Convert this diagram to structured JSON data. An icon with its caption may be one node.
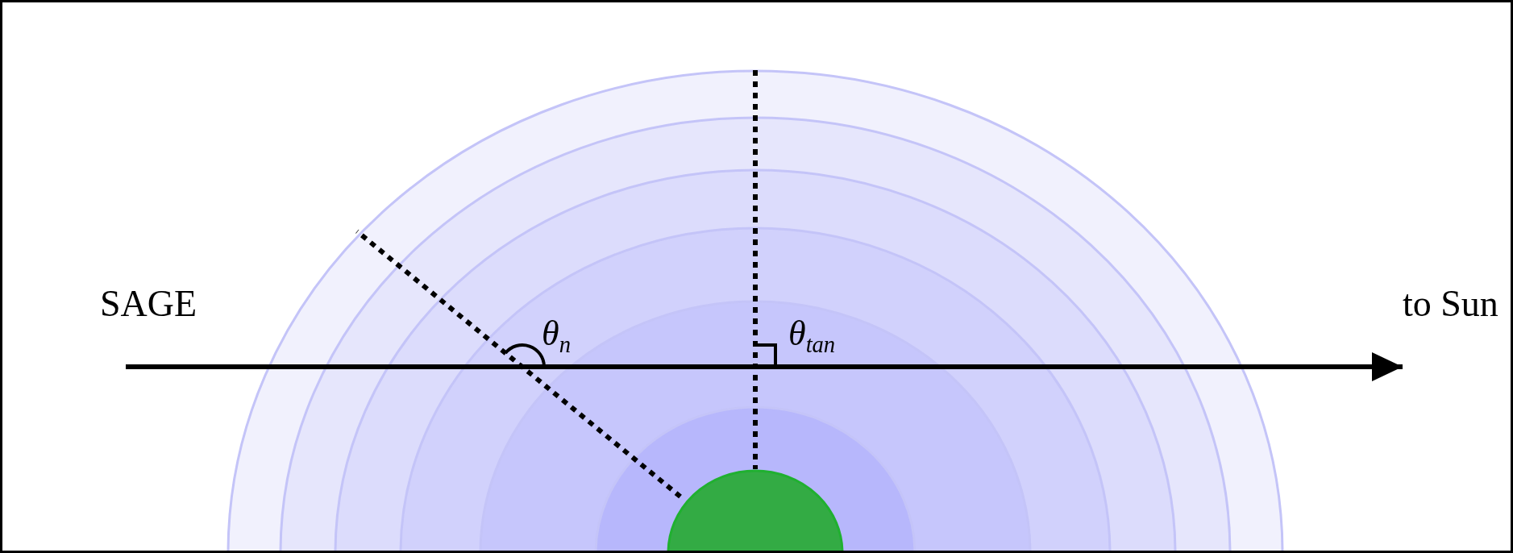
{
  "diagram": {
    "nodes": [
      {
        "text": [
          "SAGE"
        ]
      },
      {
        "text": [
          "to Sun"
        ]
      }
    ],
    "edges": [
      {
        "from": 0,
        "to": 1,
        "arrow": "to"
      }
    ],
    "labels": [
      "θ$_{n}$",
      "θ$_{tan}$"
    ]
  }
}
